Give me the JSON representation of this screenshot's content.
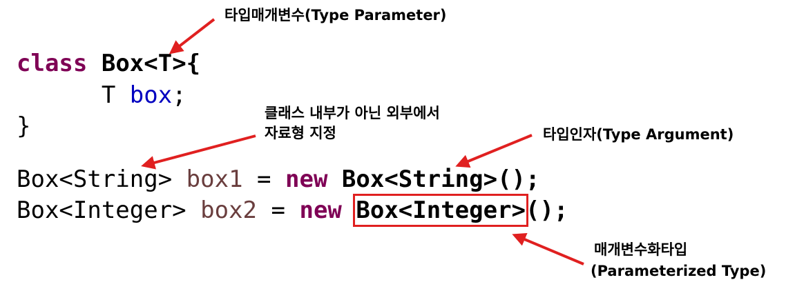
{
  "colors": {
    "keyword": "#7f0055",
    "field": "#0000c0",
    "variable": "#6a3e3e",
    "plain": "#000000",
    "arrow": "#e02020"
  },
  "code": {
    "line1": {
      "kw": "class",
      "decl": "Box<T>{"
    },
    "line2": {
      "type": "T",
      "field": "box",
      "end": ";"
    },
    "line3": {
      "close": "}"
    },
    "line4": {
      "decl": "Box<String>",
      "var": "box1",
      "op": "=",
      "kw": "new",
      "ctor": "Box<String>",
      "end": "();"
    },
    "line5": {
      "decl": "Box<Integer>",
      "var": "box2",
      "op": "=",
      "kw": "new",
      "ctor": "Box<Integer>",
      "end": "();"
    }
  },
  "annotations": {
    "type_parameter": "타입매개변수(Type Parameter)",
    "external_line1": "클래스 내부가 아닌 외부에서",
    "external_line2": "자료형 지정",
    "type_argument": "타입인자(Type Argument)",
    "parameterized_line1": "매개변수화타입",
    "parameterized_line2": "(Parameterized Type)"
  }
}
